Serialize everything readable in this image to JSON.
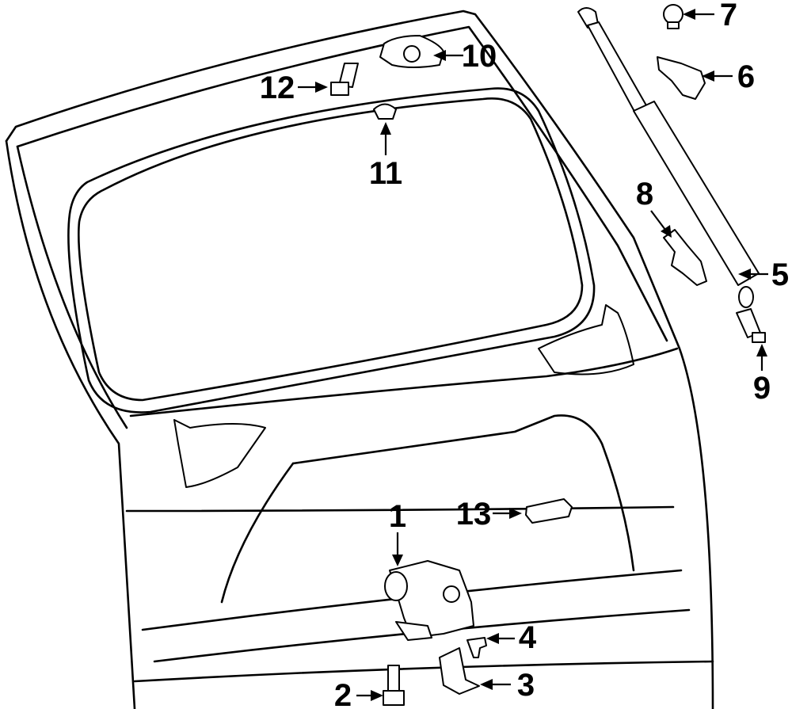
{
  "diagram": {
    "subject": "Lift gate assembly exploded parts diagram",
    "callouts": [
      {
        "id": "c1",
        "number": "1"
      },
      {
        "id": "c2",
        "number": "2"
      },
      {
        "id": "c3",
        "number": "3"
      },
      {
        "id": "c4",
        "number": "4"
      },
      {
        "id": "c5",
        "number": "5"
      },
      {
        "id": "c6",
        "number": "6"
      },
      {
        "id": "c7",
        "number": "7"
      },
      {
        "id": "c8",
        "number": "8"
      },
      {
        "id": "c9",
        "number": "9"
      },
      {
        "id": "c10",
        "number": "10"
      },
      {
        "id": "c11",
        "number": "11"
      },
      {
        "id": "c12",
        "number": "12"
      },
      {
        "id": "c13",
        "number": "13"
      }
    ]
  }
}
